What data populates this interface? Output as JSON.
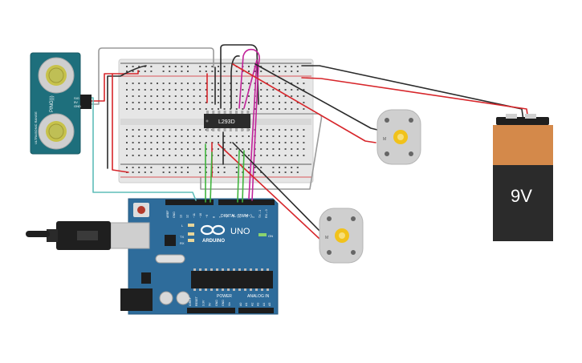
{
  "sensor": {
    "name": "PING)))",
    "pins": [
      "GND",
      "5V",
      "SIG"
    ],
    "side_text": "ULTRASONIC RANGE"
  },
  "ic": {
    "label": "L293D"
  },
  "arduino": {
    "logo_text": "ARDUINO",
    "model": "UNO",
    "digital_label": "DIGITAL (PWM~)",
    "power_label": "POWER",
    "analog_label": "ANALOG IN",
    "tx": "TX",
    "rx": "RX",
    "l": "L",
    "on": "ON",
    "top_pins": [
      "AREF",
      "GND",
      "13",
      "12",
      "~11",
      "~10",
      "~9",
      "8",
      "7",
      "~6",
      "~5",
      "4",
      "~3",
      "2",
      "TX→1",
      "RX←0"
    ],
    "power_pins": [
      "IOREF",
      "RESET",
      "3.3V",
      "5V",
      "GND",
      "GND",
      "Vin"
    ],
    "analog_pins": [
      "A0",
      "A1",
      "A2",
      "A3",
      "A4",
      "A5"
    ]
  },
  "battery": {
    "label": "9V"
  },
  "motors": [
    {
      "label": "M"
    },
    {
      "label": "M"
    }
  ],
  "colors": {
    "red": "#d7262b",
    "black": "#2b2b2b",
    "green": "#3fb43c",
    "magenta": "#c2239a",
    "gray": "#9a9a9a",
    "teal": "#5ebdb9",
    "arduino_blue": "#2e6c9b",
    "sensor_teal": "#1e6f7c"
  }
}
